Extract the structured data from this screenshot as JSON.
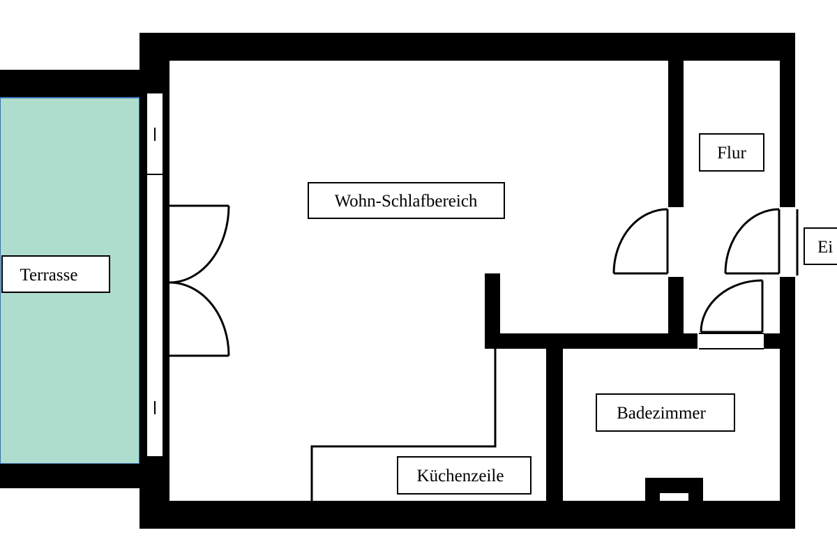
{
  "plan": {
    "rooms": {
      "living": "Wohn-Schlafbereich",
      "hall": "Flur",
      "terrace": "Terrasse",
      "bathroom": "Badezimmer",
      "kitchen": "Küchenzeile",
      "entrance_partial": "Ei"
    },
    "colors": {
      "terrace_fill": "#aedccd",
      "terrace_border": "#3a6fb0",
      "wall": "#000000"
    }
  }
}
